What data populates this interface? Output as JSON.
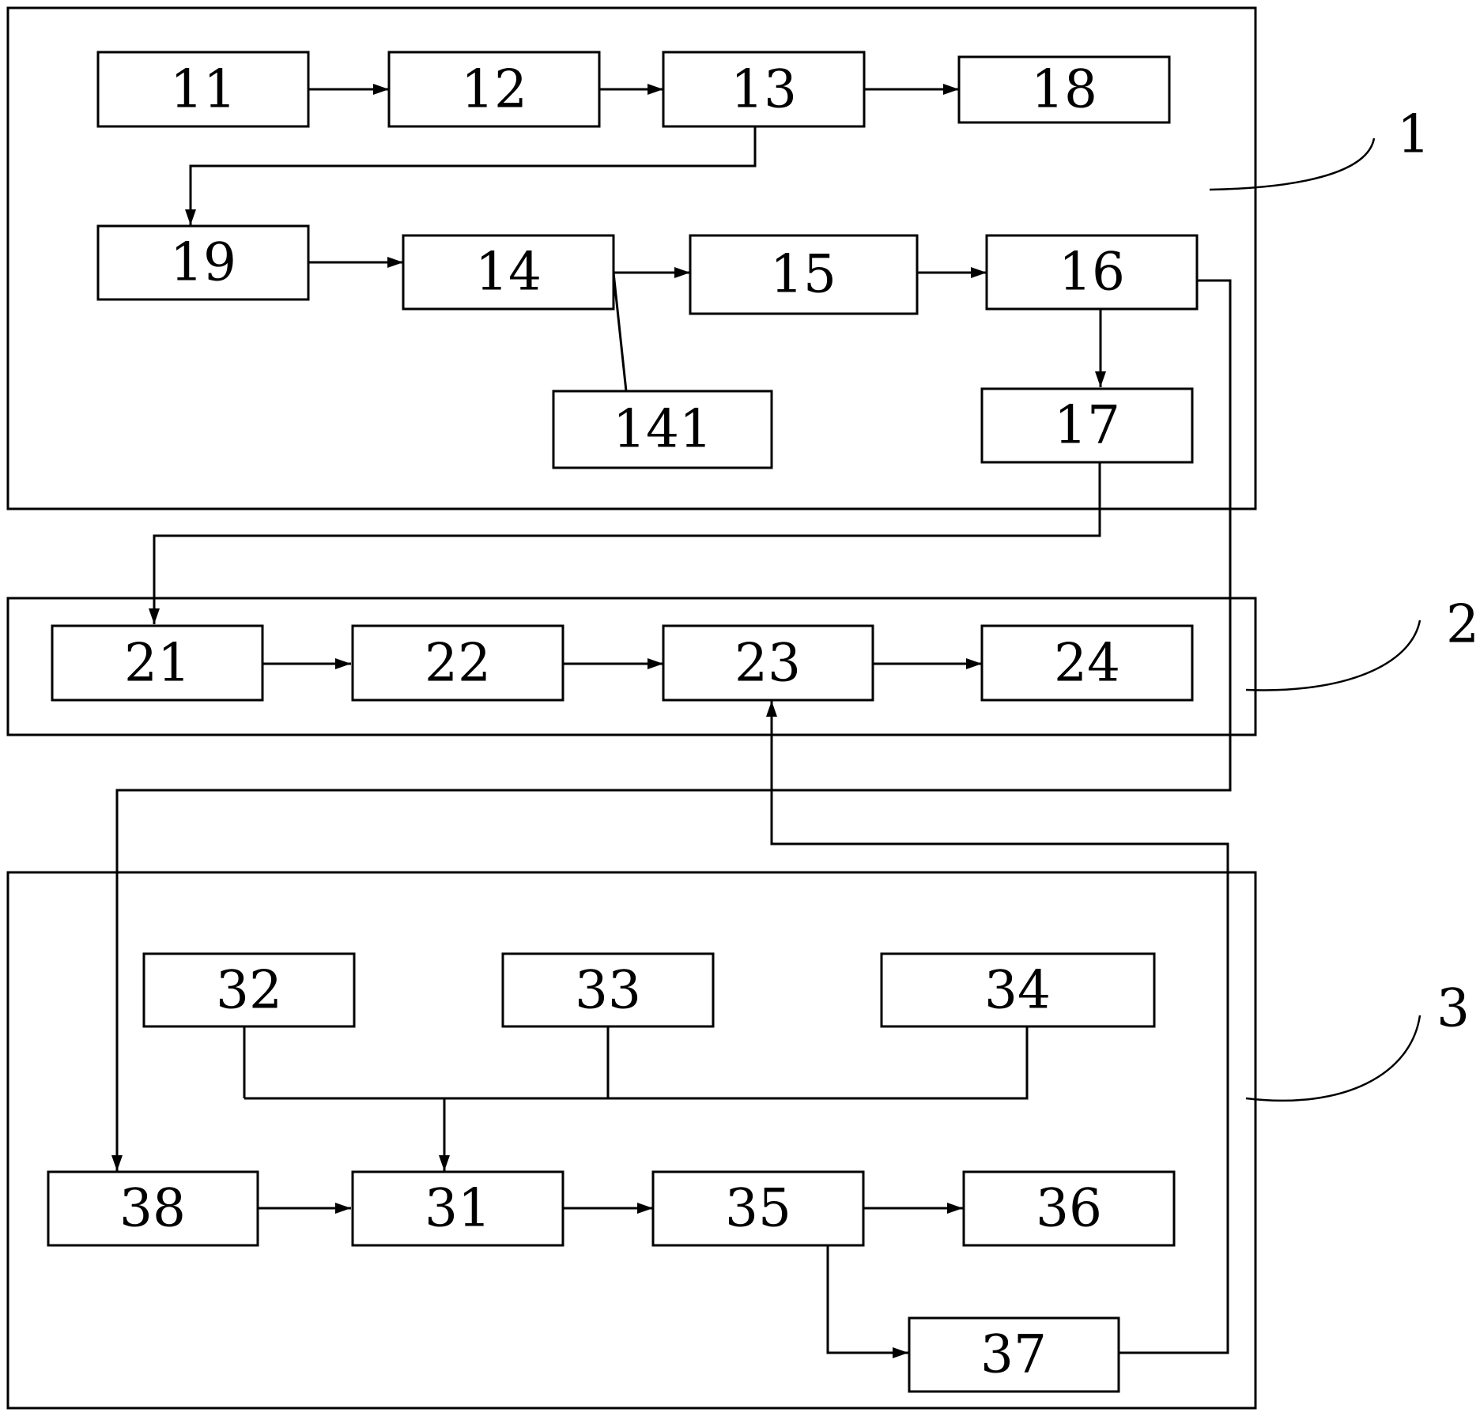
{
  "groups": {
    "g1": "1",
    "g2": "2",
    "g3": "3"
  },
  "nodes": {
    "n11": "11",
    "n12": "12",
    "n13": "13",
    "n18": "18",
    "n19": "19",
    "n14": "14",
    "n15": "15",
    "n16": "16",
    "n141": "141",
    "n17": "17",
    "n21": "21",
    "n22": "22",
    "n23": "23",
    "n24": "24",
    "n32": "32",
    "n33": "33",
    "n34": "34",
    "n38": "38",
    "n31": "31",
    "n35": "35",
    "n36": "36",
    "n37": "37"
  },
  "edges": [
    {
      "from": "11",
      "to": "12"
    },
    {
      "from": "12",
      "to": "13"
    },
    {
      "from": "13",
      "to": "18"
    },
    {
      "from": "13",
      "to": "19"
    },
    {
      "from": "19",
      "to": "14"
    },
    {
      "from": "14",
      "to": "15"
    },
    {
      "from": "14",
      "to": "141",
      "arrow": false
    },
    {
      "from": "15",
      "to": "16"
    },
    {
      "from": "16",
      "to": "17"
    },
    {
      "from": "16",
      "to": "38"
    },
    {
      "from": "17",
      "to": "21"
    },
    {
      "from": "21",
      "to": "22"
    },
    {
      "from": "22",
      "to": "23"
    },
    {
      "from": "23",
      "to": "24"
    },
    {
      "from": "32",
      "to": "31"
    },
    {
      "from": "33",
      "to": "31"
    },
    {
      "from": "34",
      "to": "31"
    },
    {
      "from": "38",
      "to": "31"
    },
    {
      "from": "31",
      "to": "35"
    },
    {
      "from": "35",
      "to": "36"
    },
    {
      "from": "35",
      "to": "37"
    },
    {
      "from": "37",
      "to": "23"
    }
  ]
}
